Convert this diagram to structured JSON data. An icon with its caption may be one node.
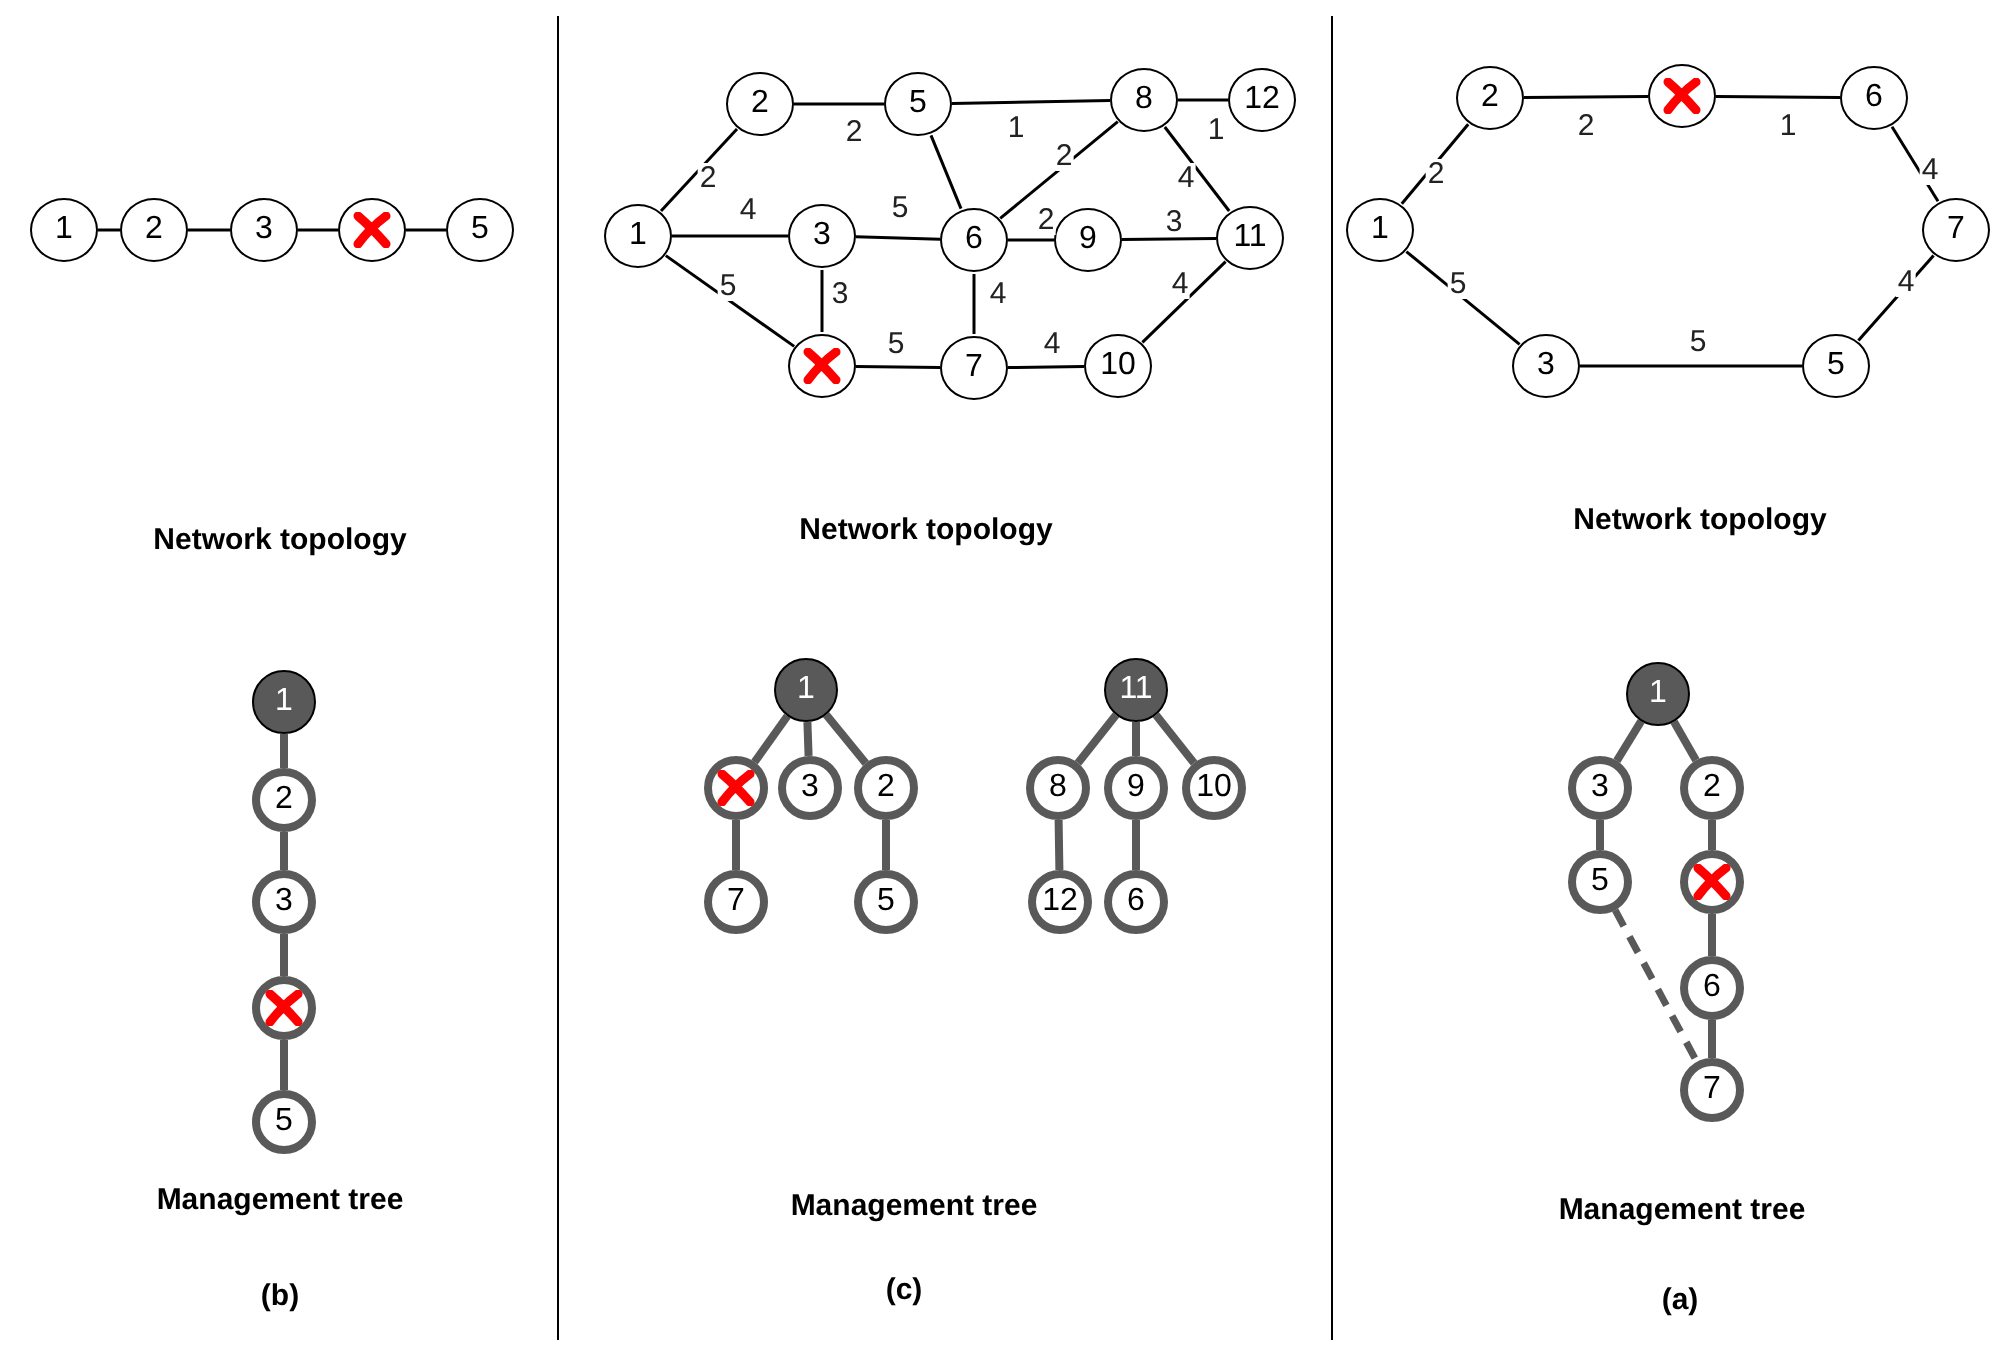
{
  "diagram": {
    "nodes": [
      {
        "text": [
          "1"
        ]
      },
      {
        "text": [
          "2"
        ]
      },
      {
        "text": [
          "3"
        ]
      },
      {
        "text": [],
        "shape": "circle"
      },
      {
        "text": [
          "5"
        ]
      },
      {
        "text": [
          "1"
        ]
      },
      {
        "text": [
          "2"
        ]
      },
      {
        "text": [
          "3"
        ]
      },
      {
        "text": [],
        "shape": "circle"
      },
      {
        "text": [
          "5"
        ]
      },
      {
        "text": [
          "2"
        ]
      },
      {
        "text": [
          "5"
        ]
      },
      {
        "text": [
          "8"
        ]
      },
      {
        "text": [
          "12"
        ]
      },
      {
        "text": [
          "1"
        ]
      },
      {
        "text": [
          "3"
        ]
      },
      {
        "text": [
          "6"
        ]
      },
      {
        "text": [
          "9"
        ]
      },
      {
        "text": [
          "11"
        ]
      },
      {
        "text": [],
        "shape": "circle"
      },
      {
        "text": [
          "7"
        ]
      },
      {
        "text": [
          "10"
        ]
      },
      {
        "text": [
          "1"
        ]
      },
      {
        "text": [
          "11"
        ]
      },
      {
        "text": [],
        "shape": "circle"
      },
      {
        "text": [
          "3"
        ]
      },
      {
        "text": [
          "2"
        ]
      },
      {
        "text": [
          "8"
        ]
      },
      {
        "text": [
          "9"
        ]
      },
      {
        "text": [
          "10"
        ]
      },
      {
        "text": [
          "7"
        ]
      },
      {
        "text": [
          "5"
        ]
      },
      {
        "text": [
          "12"
        ]
      },
      {
        "text": [
          "6"
        ]
      },
      {
        "text": [
          "2"
        ]
      },
      {
        "text": [],
        "shape": "circle"
      },
      {
        "text": [
          "6"
        ]
      },
      {
        "text": [
          "1"
        ]
      },
      {
        "text": [
          "7"
        ]
      },
      {
        "text": [
          "3"
        ]
      },
      {
        "text": [
          "5"
        ]
      },
      {
        "text": [
          "1"
        ]
      },
      {
        "text": [
          "3"
        ]
      },
      {
        "text": [
          "2"
        ]
      },
      {
        "text": [
          "5"
        ]
      },
      {
        "text": [],
        "shape": "circle"
      },
      {
        "text": [
          "6"
        ]
      },
      {
        "text": [
          "7"
        ]
      }
    ],
    "edges": [
      {
        "from": 0,
        "to": 1,
        "arrow": "none"
      },
      {
        "from": 1,
        "to": 2,
        "arrow": "none"
      },
      {
        "from": 2,
        "to": 3,
        "arrow": "none"
      },
      {
        "from": 3,
        "to": 4,
        "arrow": "none"
      },
      {
        "from": 5,
        "to": 6,
        "arrow": "none",
        "style": "thick",
        "color": "#595959"
      },
      {
        "from": 6,
        "to": 7,
        "arrow": "none",
        "style": "thick",
        "color": "#595959"
      },
      {
        "from": 7,
        "to": 8,
        "arrow": "none",
        "style": "thick",
        "color": "#595959"
      },
      {
        "from": 8,
        "to": 9,
        "arrow": "none",
        "style": "thick",
        "color": "#595959"
      },
      {
        "from": 10,
        "to": 11,
        "arrow": "none",
        "label": "2"
      },
      {
        "from": 11,
        "to": 12,
        "arrow": "none",
        "label": "1"
      },
      {
        "from": 12,
        "to": 13,
        "arrow": "none",
        "label": "1"
      },
      {
        "from": 12,
        "to": 16,
        "arrow": "none",
        "label": "2"
      },
      {
        "from": 12,
        "to": 18,
        "arrow": "none",
        "label": "4"
      },
      {
        "from": 14,
        "to": 10,
        "arrow": "none",
        "label": "2"
      },
      {
        "from": 14,
        "to": 15,
        "arrow": "none",
        "label": "4"
      },
      {
        "from": 15,
        "to": 16,
        "arrow": "none",
        "label": "5"
      },
      {
        "from": 16,
        "to": 17,
        "arrow": "none",
        "label": "2"
      },
      {
        "from": 17,
        "to": 18,
        "arrow": "none",
        "label": "3"
      },
      {
        "from": 14,
        "to": 19,
        "arrow": "none",
        "label": "5"
      },
      {
        "from": 15,
        "to": 19,
        "arrow": "none",
        "label": "3"
      },
      {
        "from": 16,
        "to": 20,
        "arrow": "none",
        "label": "4"
      },
      {
        "from": 19,
        "to": 20,
        "arrow": "none",
        "label": "5"
      },
      {
        "from": 20,
        "to": 21,
        "arrow": "none",
        "label": "4"
      },
      {
        "from": 18,
        "to": 21,
        "arrow": "none",
        "label": "4"
      },
      {
        "from": 11,
        "to": 16,
        "arrow": "none"
      },
      {
        "from": 22,
        "to": 24,
        "arrow": "none",
        "style": "thick",
        "color": "#595959"
      },
      {
        "from": 22,
        "to": 25,
        "arrow": "none",
        "style": "thick",
        "color": "#595959"
      },
      {
        "from": 22,
        "to": 26,
        "arrow": "none",
        "style": "thick",
        "color": "#595959"
      },
      {
        "from": 24,
        "to": 30,
        "arrow": "none",
        "style": "thick",
        "color": "#595959"
      },
      {
        "from": 26,
        "to": 31,
        "arrow": "none",
        "style": "thick",
        "color": "#595959"
      },
      {
        "from": 23,
        "to": 27,
        "arrow": "none",
        "style": "thick",
        "color": "#595959"
      },
      {
        "from": 23,
        "to": 28,
        "arrow": "none",
        "style": "thick",
        "color": "#595959"
      },
      {
        "from": 23,
        "to": 29,
        "arrow": "none",
        "style": "thick",
        "color": "#595959"
      },
      {
        "from": 27,
        "to": 32,
        "arrow": "none",
        "style": "thick",
        "color": "#595959"
      },
      {
        "from": 28,
        "to": 33,
        "arrow": "none",
        "style": "thick",
        "color": "#595959"
      },
      {
        "from": 34,
        "to": 35,
        "arrow": "none",
        "label": "2"
      },
      {
        "from": 35,
        "to": 36,
        "arrow": "none",
        "label": "1"
      },
      {
        "from": 37,
        "to": 34,
        "arrow": "none",
        "label": "2"
      },
      {
        "from": 36,
        "to": 38,
        "arrow": "none",
        "label": "4"
      },
      {
        "from": 37,
        "to": 39,
        "arrow": "none",
        "label": "5"
      },
      {
        "from": 39,
        "to": 40,
        "arrow": "none",
        "label": "5"
      },
      {
        "from": 40,
        "to": 38,
        "arrow": "none",
        "label": "4"
      },
      {
        "from": 41,
        "to": 42,
        "arrow": "none",
        "style": "thick",
        "color": "#595959"
      },
      {
        "from": 41,
        "to": 43,
        "arrow": "none",
        "style": "thick",
        "color": "#595959"
      },
      {
        "from": 42,
        "to": 44,
        "arrow": "none",
        "style": "thick",
        "color": "#595959"
      },
      {
        "from": 43,
        "to": 45,
        "arrow": "none",
        "style": "thick",
        "color": "#595959"
      },
      {
        "from": 45,
        "to": 46,
        "arrow": "none",
        "style": "thick",
        "color": "#595959"
      },
      {
        "from": 46,
        "to": 47,
        "arrow": "none",
        "style": "thick",
        "color": "#595959"
      },
      {
        "from": 44,
        "to": 47,
        "arrow": "none",
        "style": "dashed",
        "color": "#595959"
      }
    ],
    "labels": [
      "Network topology",
      "Management tree",
      "(b)",
      "Network topology",
      "Management tree",
      "(c)",
      "Network topology",
      "Management tree",
      "(a)"
    ]
  }
}
